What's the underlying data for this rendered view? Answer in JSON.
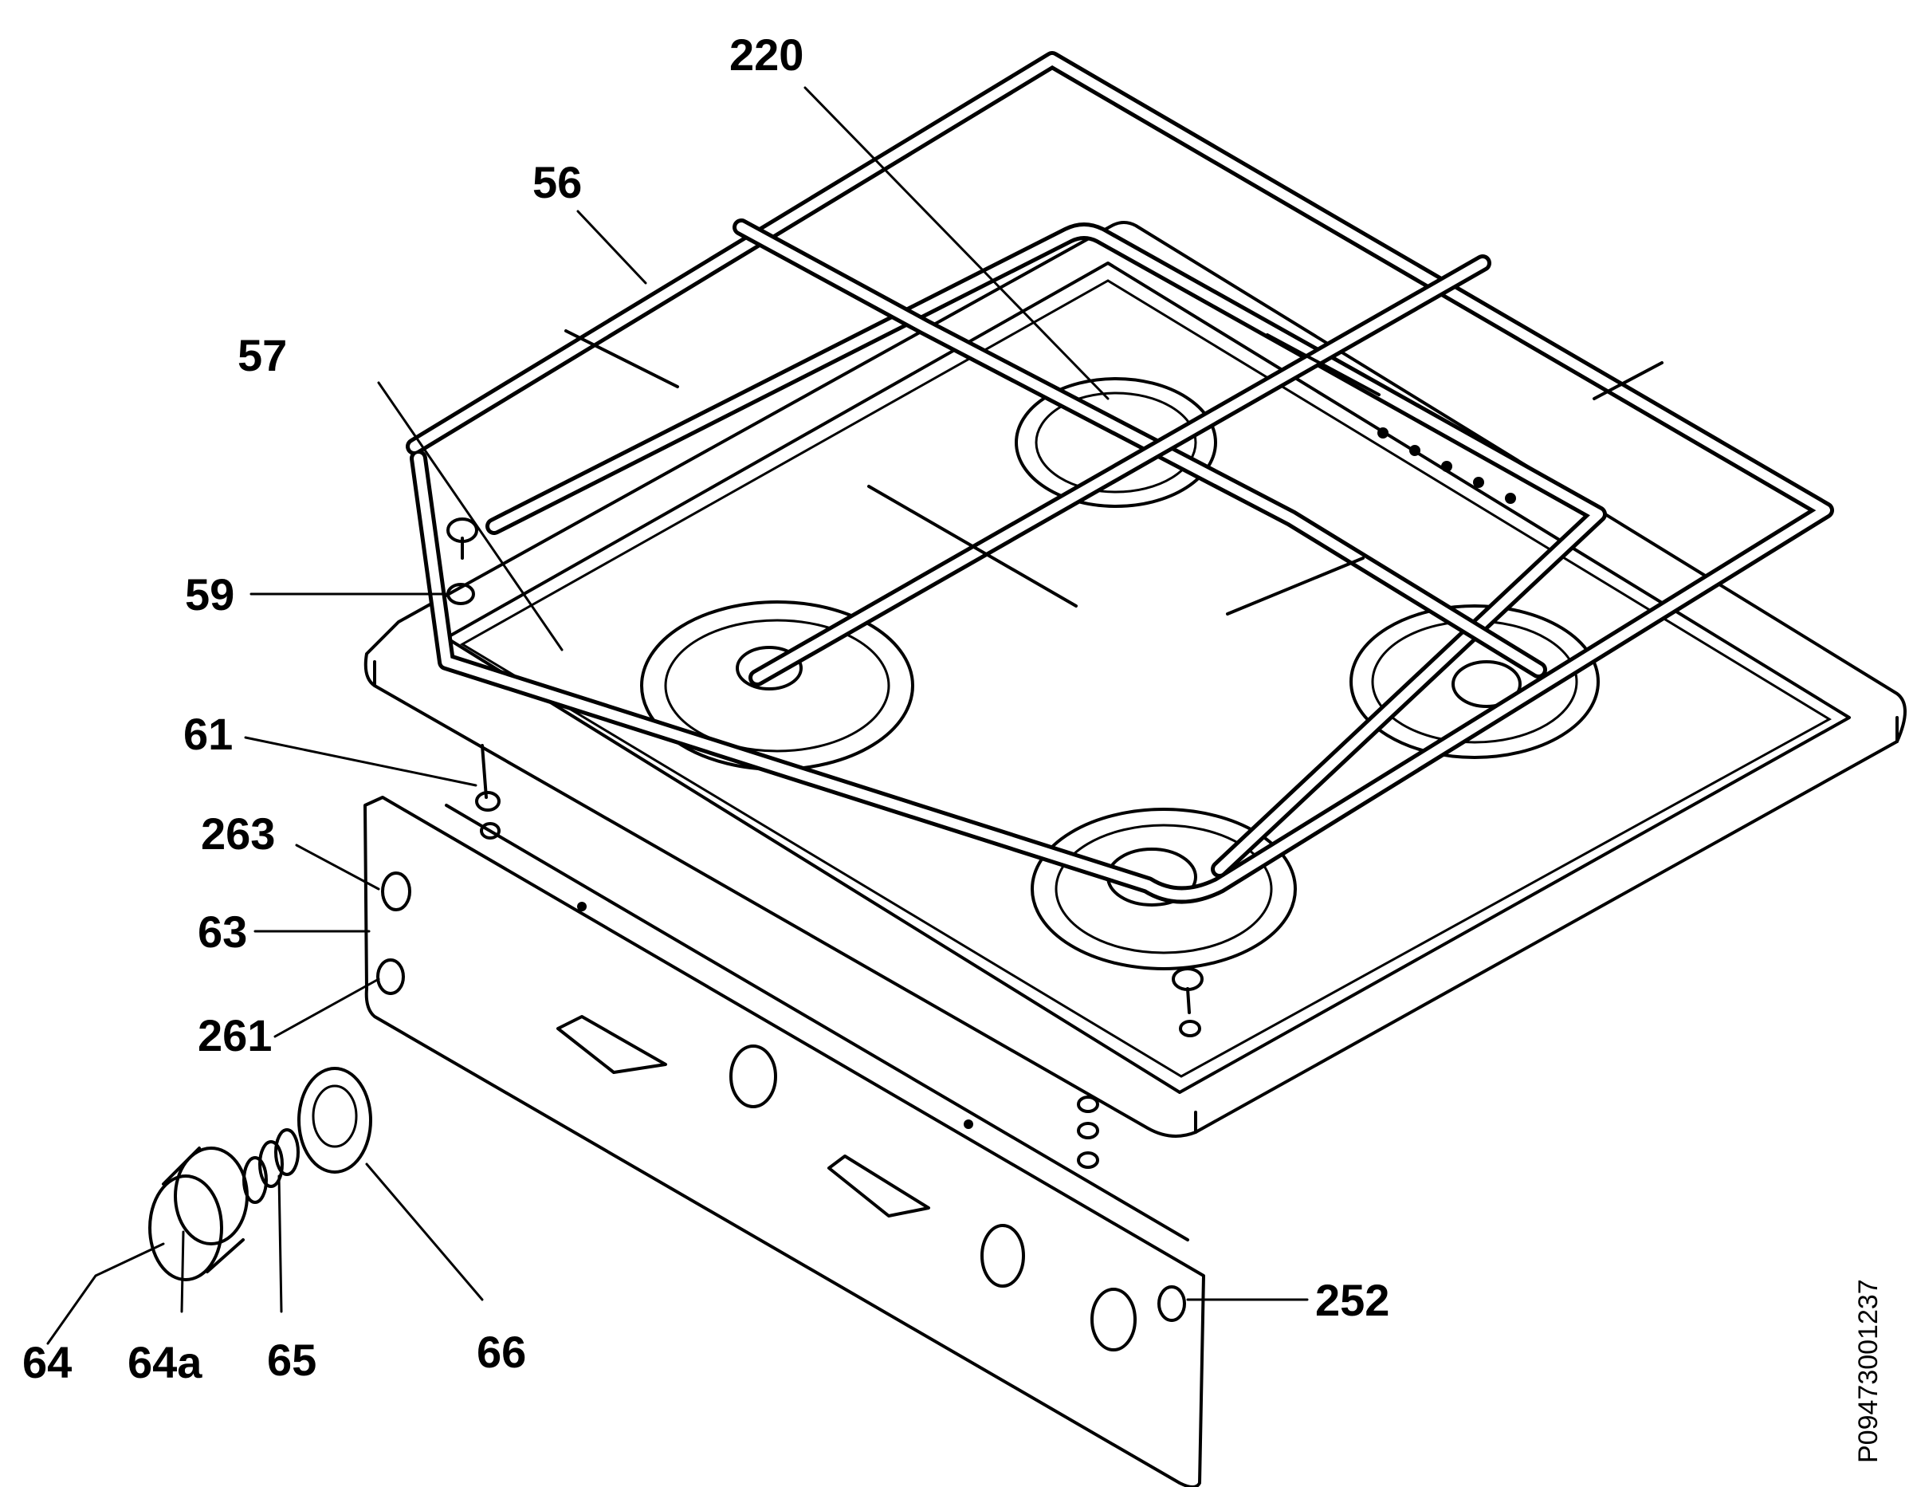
{
  "diagram": {
    "drawing_code": "P09473001237",
    "part_labels": {
      "p220": "220",
      "p56": "56",
      "p57": "57",
      "p59": "59",
      "p61": "61",
      "p263": "263",
      "p63": "63",
      "p261": "261",
      "p64": "64",
      "p64a": "64a",
      "p65": "65",
      "p66": "66",
      "p252": "252"
    }
  }
}
